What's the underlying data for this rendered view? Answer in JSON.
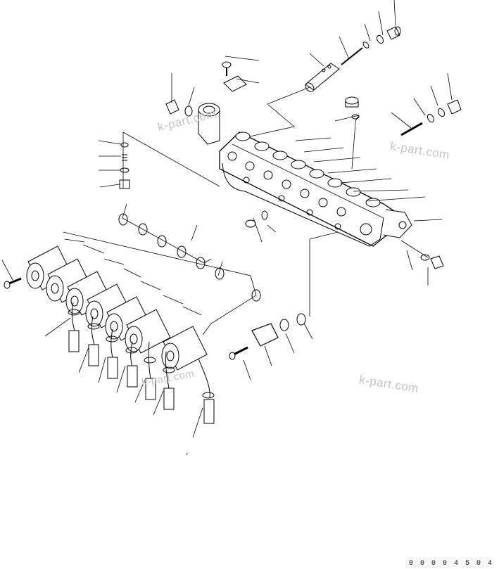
{
  "watermarks": [
    "k-part.com",
    "k-part.com",
    "k-part.com",
    "k-part.com"
  ],
  "doc_number": "0 0 0 0 4 5 0 4",
  "tick_mark": ","
}
